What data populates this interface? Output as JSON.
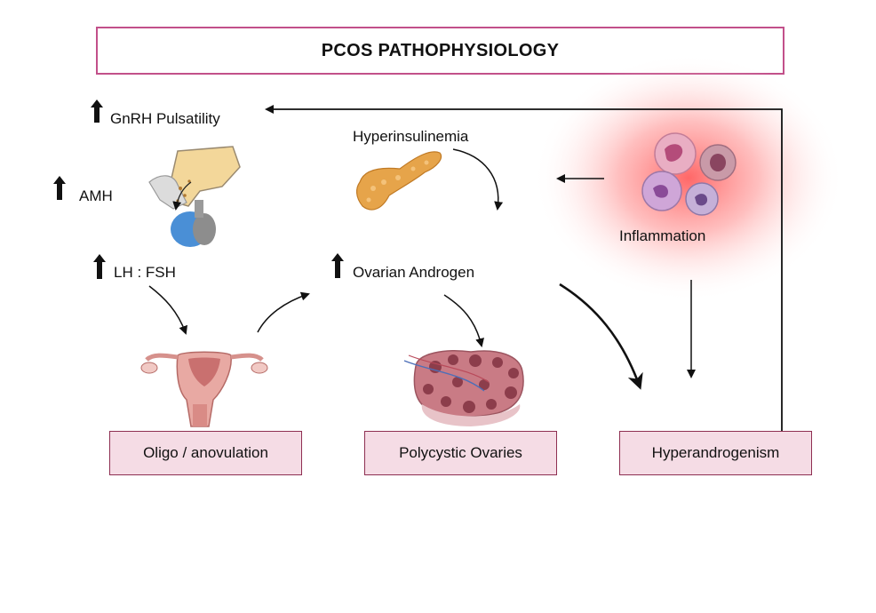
{
  "title": "PCOS PATHOPHYSIOLOGY",
  "labels": {
    "gnrh": "GnRH Pulsatility",
    "amh": "AMH",
    "lh_fsh": "LH : FSH",
    "hyperinsulinemia": "Hyperinsulinemia",
    "ovarian_androgen": "Ovarian Androgen",
    "inflammation": "Inflammation"
  },
  "outcomes": {
    "oligo": "Oligo / anovulation",
    "polycystic": "Polycystic Ovaries",
    "hyperandrogenism": "Hyperandrogenism"
  },
  "icons": [
    "up-arrow-icon",
    "pituitary-icon",
    "pancreas-icon",
    "uterus-icon",
    "polycystic-ovary-icon",
    "immune-cells-icon"
  ],
  "colors": {
    "title_border": "#c2508a",
    "box_fill": "#f5dce5",
    "box_border": "#8e2f52",
    "inflammation_glow": "#ff5a5a"
  }
}
